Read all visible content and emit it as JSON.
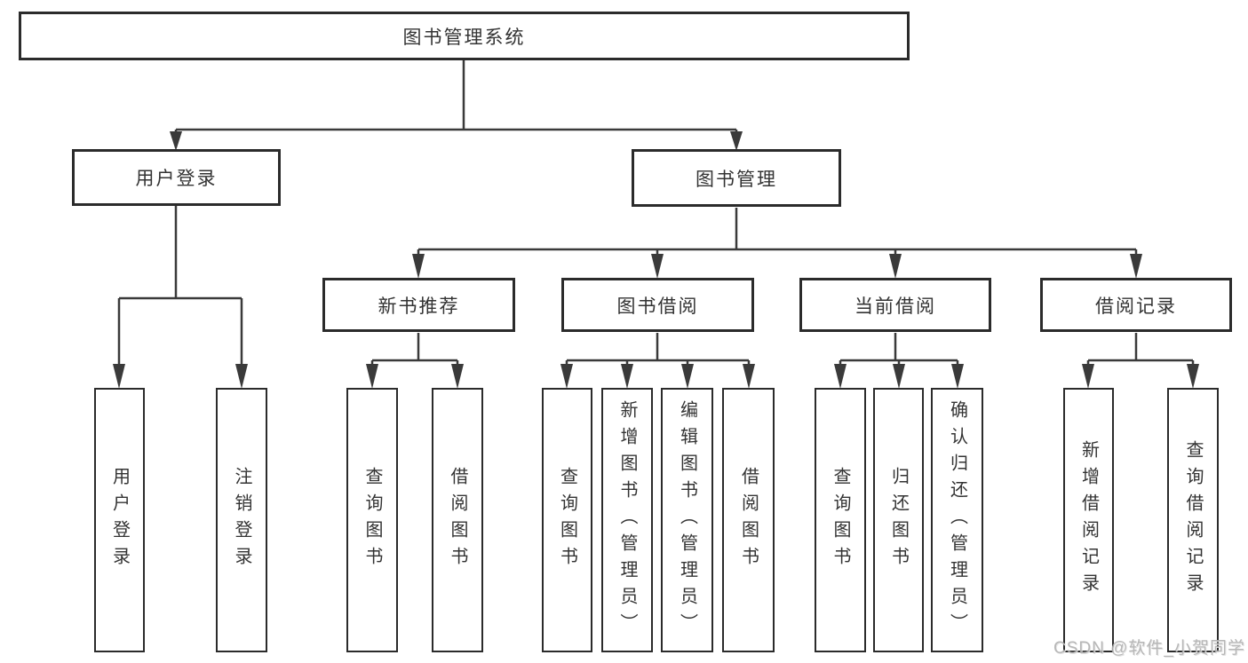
{
  "diagram": {
    "root": {
      "label": "图书管理系统"
    },
    "branches": [
      {
        "label": "用户登录",
        "children": [
          {
            "label": "用户登录"
          },
          {
            "label": "注销登录"
          }
        ]
      },
      {
        "label": "图书管理",
        "children": [
          {
            "label": "新书推荐",
            "children": [
              {
                "label": "查询图书"
              },
              {
                "label": "借阅图书"
              }
            ]
          },
          {
            "label": "图书借阅",
            "children": [
              {
                "label": "查询图书"
              },
              {
                "label": "新增图书（管理员）"
              },
              {
                "label": "编辑图书（管理员）"
              },
              {
                "label": "借阅图书"
              }
            ]
          },
          {
            "label": "当前借阅",
            "children": [
              {
                "label": "查询图书"
              },
              {
                "label": "归还图书"
              },
              {
                "label": "确认归还（管理员）"
              }
            ]
          },
          {
            "label": "借阅记录",
            "children": [
              {
                "label": "新增借阅记录"
              },
              {
                "label": "查询借阅记录"
              }
            ]
          }
        ]
      }
    ]
  },
  "watermark": {
    "text": "CSDN @软件_小贺同学"
  },
  "colors": {
    "background": "#ffffff",
    "line": "#3a3a3a",
    "box_border": "#2b2b2b",
    "text": "#333333",
    "watermark": "#b0b0b0"
  }
}
